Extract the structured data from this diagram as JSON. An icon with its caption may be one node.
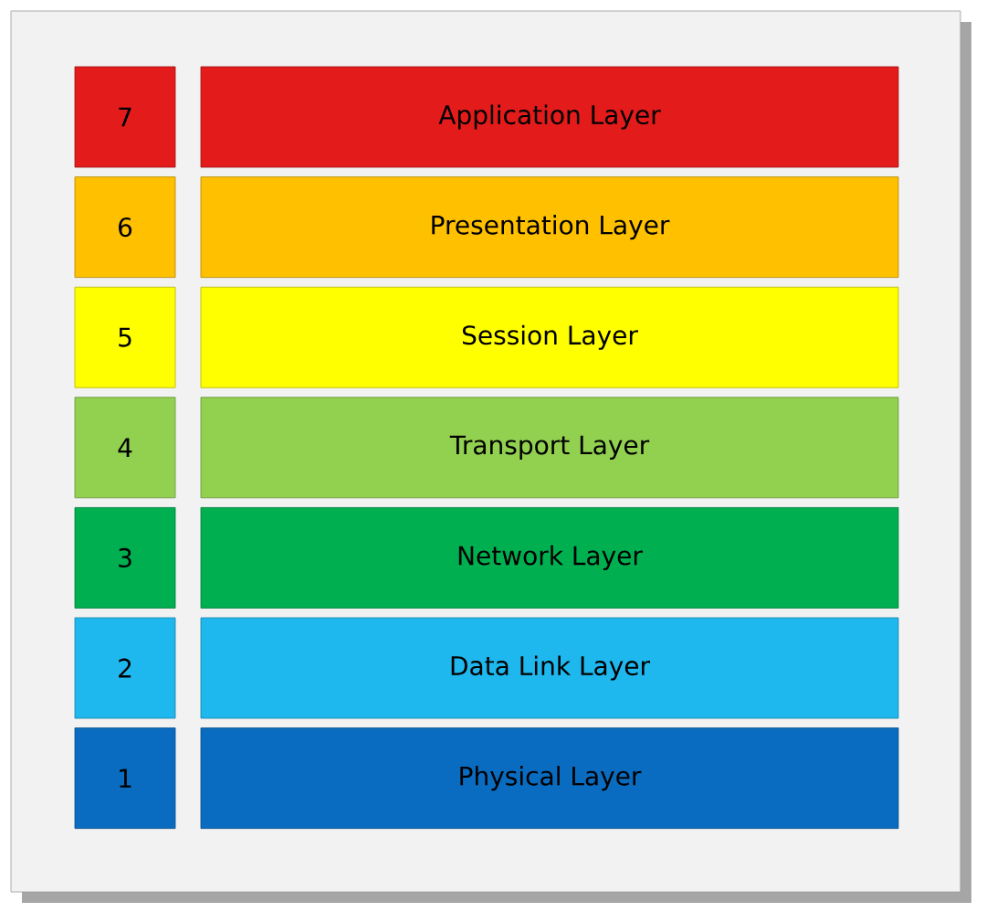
{
  "diagram": {
    "nodes": [
      {
        "text": [
          "7"
        ]
      },
      {
        "text": [
          "Application Layer"
        ]
      },
      {
        "text": [
          "6"
        ]
      },
      {
        "text": [
          "Presentation Layer"
        ]
      },
      {
        "text": [
          "5"
        ]
      },
      {
        "text": [
          "Session Layer"
        ]
      },
      {
        "text": [
          "4"
        ]
      },
      {
        "text": [
          "Transport Layer"
        ]
      },
      {
        "text": [
          "3"
        ]
      },
      {
        "text": [
          "Network Layer"
        ]
      },
      {
        "text": [
          "2"
        ]
      },
      {
        "text": [
          "Data Link Layer"
        ]
      },
      {
        "text": [
          "1"
        ]
      },
      {
        "text": [
          "Physical Layer"
        ]
      }
    ]
  }
}
